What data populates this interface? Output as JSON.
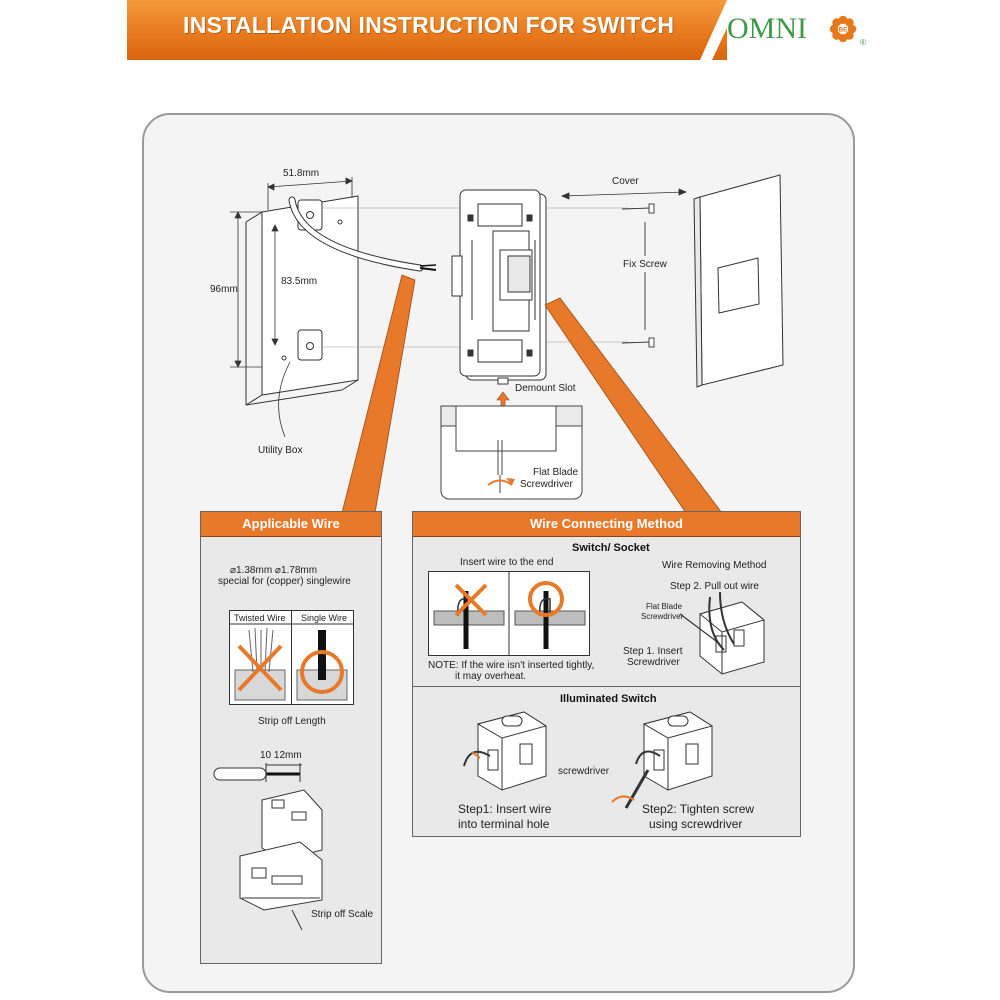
{
  "header": {
    "title": "INSTALLATION INSTRUCTION FOR SWITCH",
    "logo_text": "OMNI",
    "logo_mark": "®",
    "logo_emblem_text": "BE",
    "colors": {
      "header_orange": "#e7781c",
      "logo_green": "#3d9a47",
      "panel_orange": "#e8792a"
    }
  },
  "top_diagram": {
    "width_label": "51.8mm",
    "height_outer_label": "96mm",
    "height_inner_label": "83.5mm",
    "utility_box_label": "Utility Box",
    "cover_label": "Cover",
    "fix_screw_label": "Fix Screw",
    "demount_slot_label": "Demount Slot",
    "screwdriver_label_1": "Flat Blade",
    "screwdriver_label_2": "Screwdriver"
  },
  "applicable_wire": {
    "title": "Applicable Wire",
    "diam_line": "⌀1.38mm  ⌀1.78mm",
    "spec_line": "special for (copper) singlewire",
    "twisted_label": "Twisted Wire",
    "single_label": "Single Wire",
    "strip_length_label": "Strip off Length",
    "strip_mm_label": "10 12mm",
    "strip_scale_label": "Strip off Scale"
  },
  "wire_connecting": {
    "title": "Wire Connecting Method",
    "switch_socket_title": "Switch/ Socket",
    "insert_label": "Insert wire to the end",
    "note_line_1": "NOTE: If the wire isn't inserted tightly,",
    "note_line_2": "it may overheat.",
    "removing_title": "Wire Removing Method",
    "step2_pull": "Step 2. Pull out wire",
    "flat_blade_1": "Flat Blade",
    "flat_blade_2": "Screwdriver",
    "step1_insert_1": "Step 1. Insert",
    "step1_insert_2": "Screwdriver",
    "illuminated_title": "Illuminated Switch",
    "screwdriver_label": "screwdriver",
    "step1_line_1": "Step1: Insert wire",
    "step1_line_2": "into terminal hole",
    "step2_line_1": "Step2: Tighten screw",
    "step2_line_2": "using screwdriver"
  }
}
